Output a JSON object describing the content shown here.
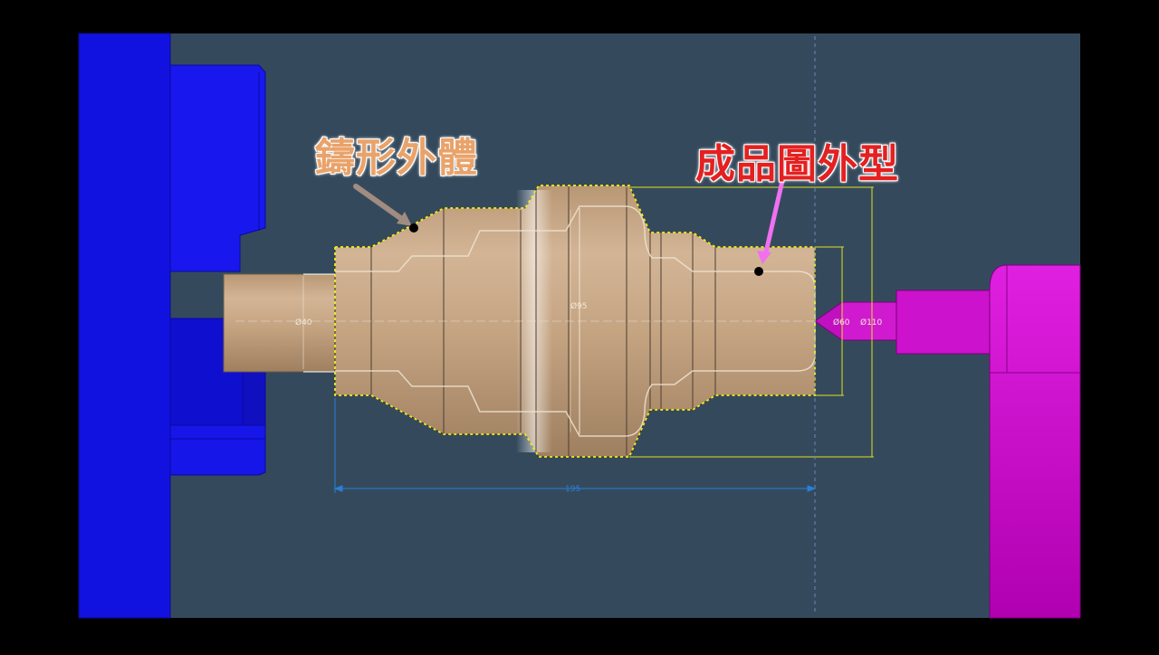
{
  "annotations": {
    "cast_outline_label": "鑄形外體",
    "finished_outline_label": "成品圖外型"
  },
  "dimensions": {
    "d40": "Ø40",
    "d95": "Ø95",
    "d60": "Ø60",
    "d110": "Ø110",
    "length": "195"
  },
  "colors": {
    "background": "#344a5c",
    "chuck": "#1414e6",
    "tailstock": "#d414d4",
    "part": "#c6a684",
    "cast_outline": "#e6e616",
    "dimension_line": "#2a7fd8",
    "cast_arrow": "#a08c80",
    "finished_arrow": "#f070f0"
  }
}
